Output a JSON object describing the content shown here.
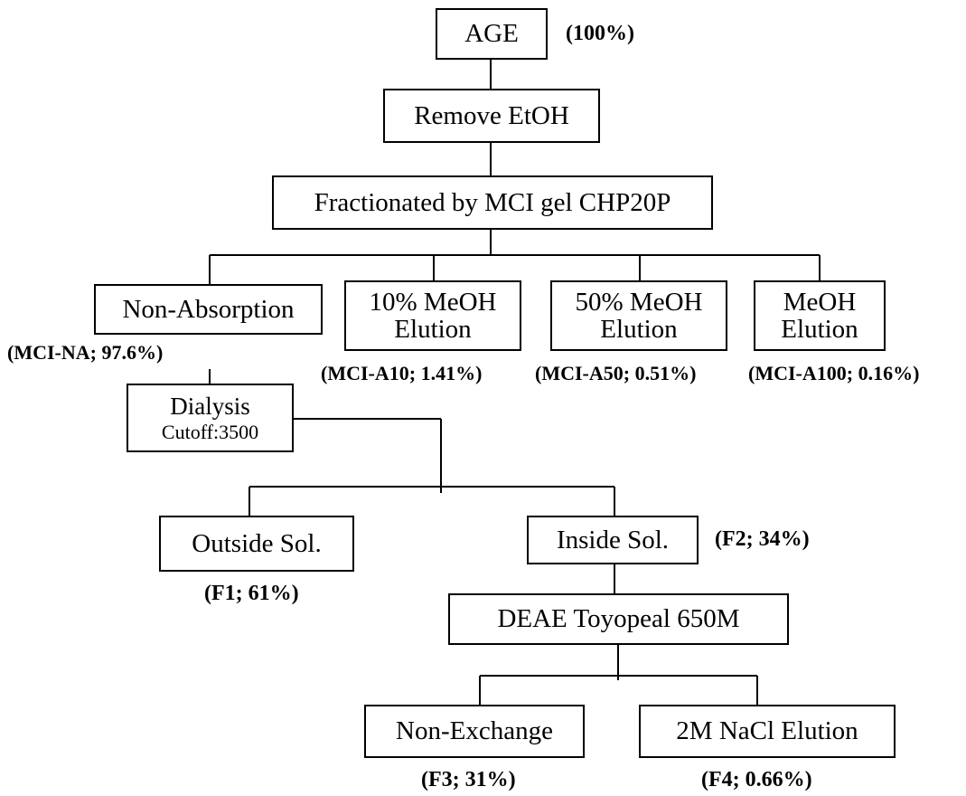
{
  "nodes": {
    "age": {
      "label": "AGE",
      "note": "(100%)"
    },
    "remove_etoh": {
      "label": "Remove EtOH"
    },
    "fractionated": {
      "label": "Fractionated by MCI gel CHP20P"
    },
    "non_absorption": {
      "label": "Non-Absorption",
      "note": "(MCI-NA; 97.6%)"
    },
    "meoh10": {
      "line1": "10% MeOH",
      "line2": "Elution",
      "note": "(MCI-A10; 1.41%)"
    },
    "meoh50": {
      "line1": "50% MeOH",
      "line2": "Elution",
      "note": "(MCI-A50; 0.51%)"
    },
    "meoh100": {
      "line1": "MeOH",
      "line2": "Elution",
      "note": "(MCI-A100; 0.16%)"
    },
    "dialysis": {
      "line1": "Dialysis",
      "line2": "Cutoff:3500"
    },
    "outside": {
      "label": "Outside Sol.",
      "note": "(F1; 61%)"
    },
    "inside": {
      "label": "Inside Sol.",
      "note": "(F2; 34%)"
    },
    "deae": {
      "label": "DEAE Toyopeal 650M"
    },
    "non_exchange": {
      "label": "Non-Exchange",
      "note": "(F3; 31%)"
    },
    "nacl": {
      "label": "2M NaCl Elution",
      "note": "(F4; 0.66%)"
    }
  }
}
